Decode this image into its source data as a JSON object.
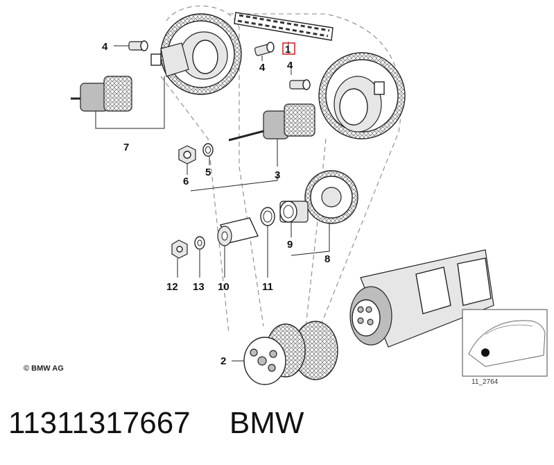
{
  "callouts": {
    "c1": "1",
    "c2": "2",
    "c3": "3",
    "c4a": "4",
    "c4b": "4",
    "c4c": "4",
    "c5": "5",
    "c6": "6",
    "c7": "7",
    "c8": "8",
    "c9": "9",
    "c10": "10",
    "c11": "11",
    "c12": "12",
    "c13": "13"
  },
  "copyright": "© BMW AG",
  "inset_code": "11_2764",
  "caption": {
    "part_number": "11311317667",
    "brand": "BMW"
  },
  "colors": {
    "highlight": "#d9262b",
    "line": "#222222"
  }
}
